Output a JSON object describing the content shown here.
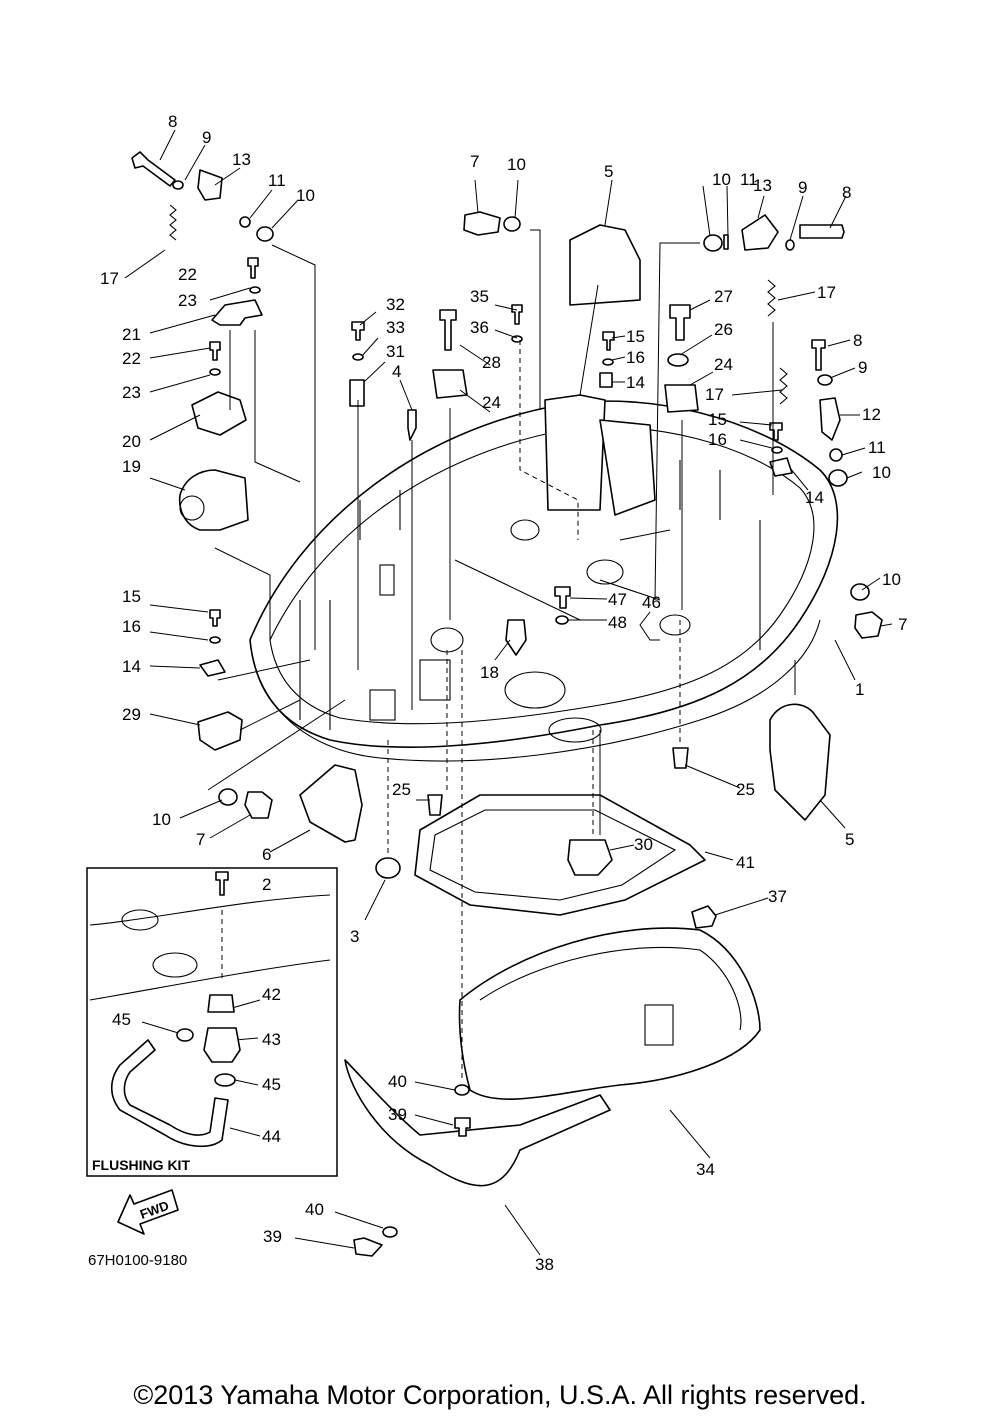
{
  "diagram": {
    "part_numbers": {
      "p1": "1",
      "p2": "2",
      "p3": "3",
      "p4": "4",
      "p5": "5",
      "p6": "6",
      "p7": "7",
      "p8": "8",
      "p9": "9",
      "p10": "10",
      "p11": "11",
      "p12": "12",
      "p13": "13",
      "p14": "14",
      "p15": "15",
      "p16": "16",
      "p17": "17",
      "p18": "18",
      "p19": "19",
      "p20": "20",
      "p21": "21",
      "p22": "22",
      "p23": "23",
      "p24": "24",
      "p25": "25",
      "p26": "26",
      "p27": "27",
      "p28": "28",
      "p29": "29",
      "p30": "30",
      "p31": "31",
      "p32": "32",
      "p33": "33",
      "p34": "34",
      "p35": "35",
      "p36": "36",
      "p37": "37",
      "p38": "38",
      "p39": "39",
      "p40": "40",
      "p41": "41",
      "p42": "42",
      "p43": "43",
      "p44": "44",
      "p45": "45",
      "p46": "46",
      "p47": "47",
      "p48": "48"
    },
    "flushing_kit_title": "FLUSHING KIT",
    "fwd_label": "FWD",
    "drawing_code": "67H0100-9180"
  },
  "footer": {
    "copyright": "©2013 Yamaha Motor Corporation, U.S.A. All rights reserved."
  }
}
